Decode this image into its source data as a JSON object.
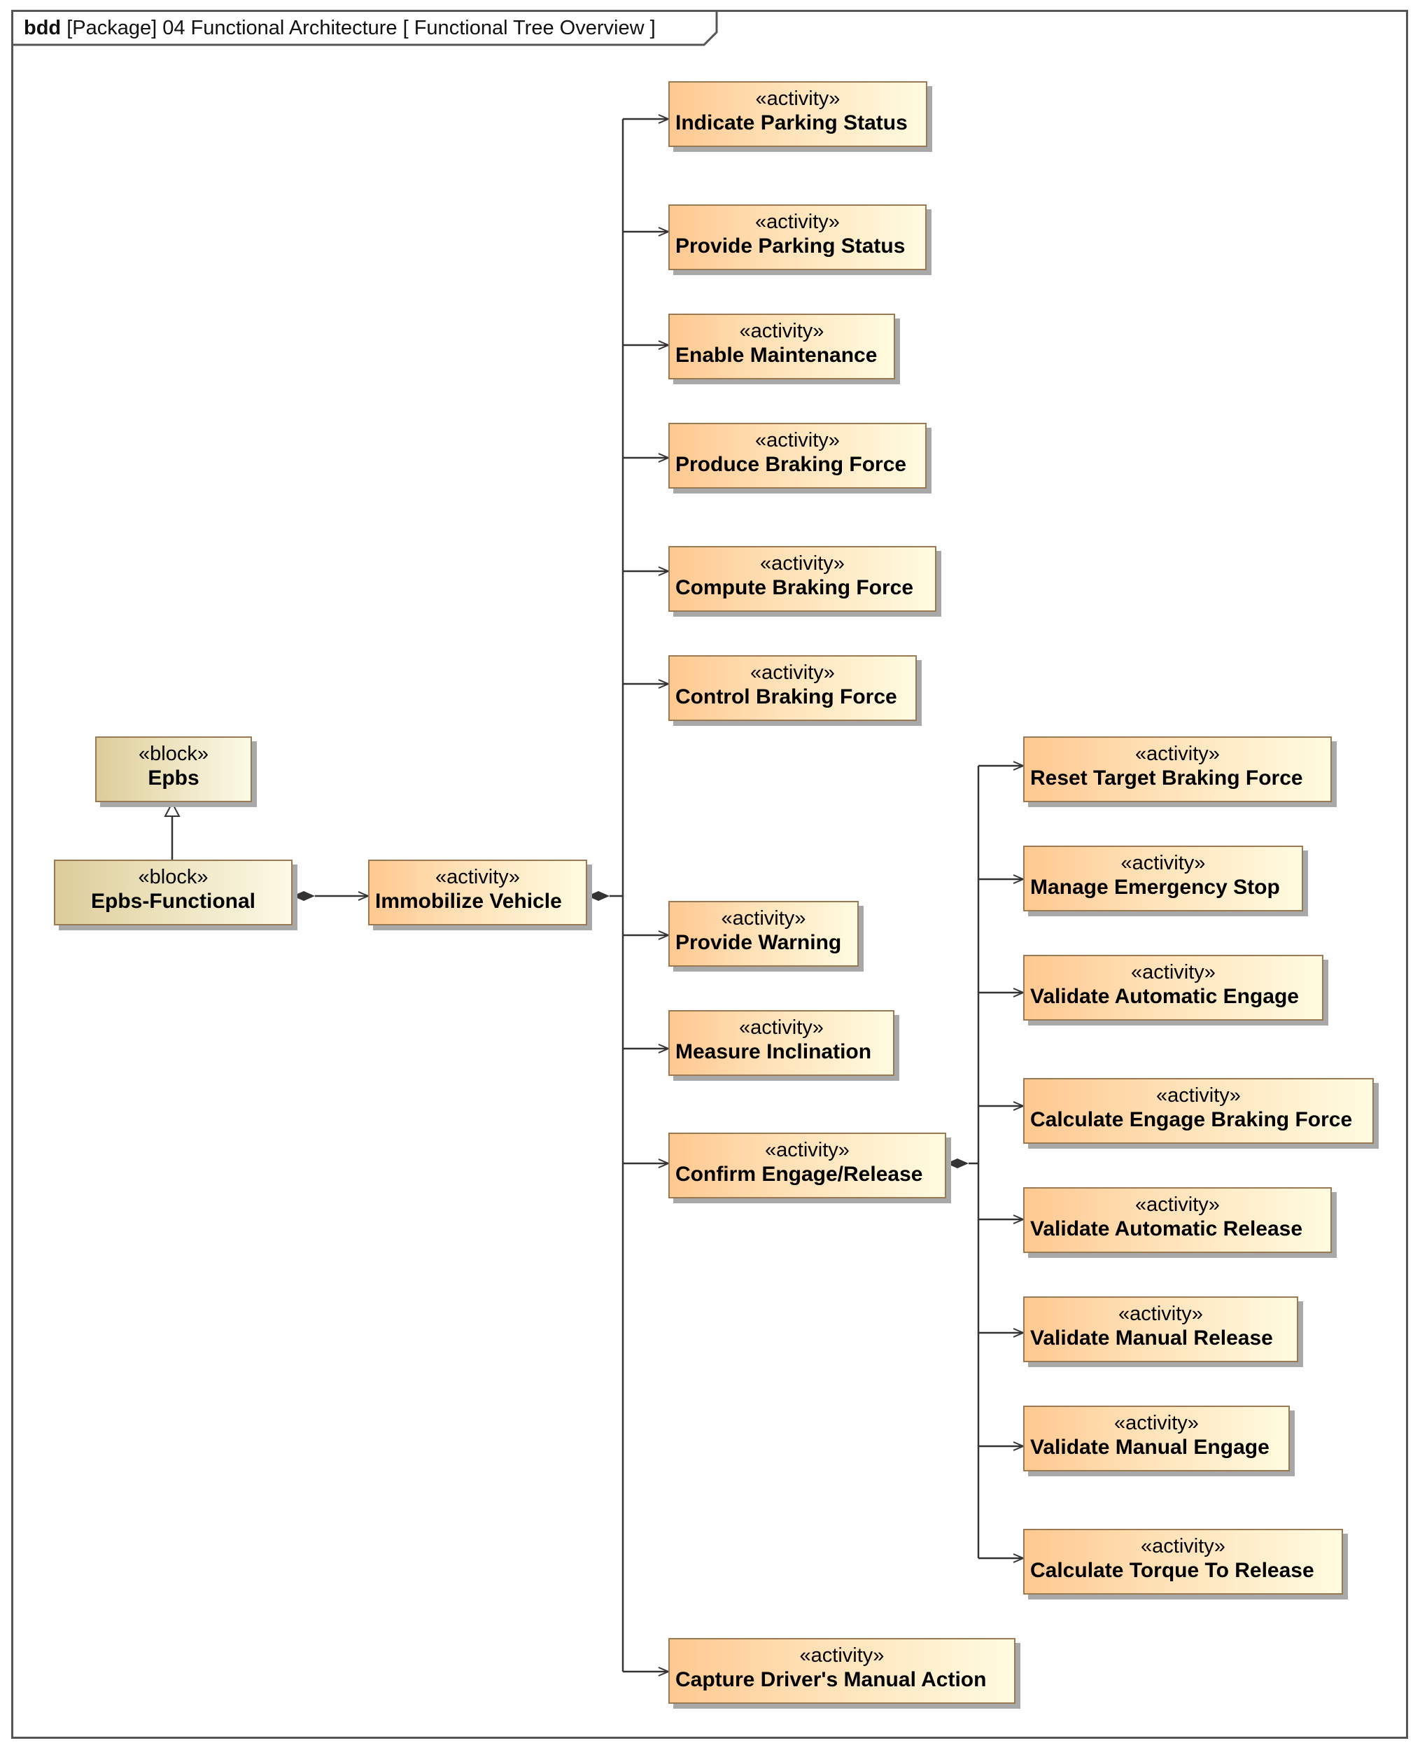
{
  "frame": {
    "kind": "bdd",
    "title": "[Package] 04 Functional Architecture [ Functional Tree Overview ]"
  },
  "blocks": {
    "epbs": {
      "stereotype": "«block»",
      "name": "Epbs"
    },
    "epbs_functional": {
      "stereotype": "«block»",
      "name": "Epbs-Functional"
    }
  },
  "activities": {
    "immobilize_vehicle": {
      "stereotype": "«activity»",
      "name": "Immobilize Vehicle"
    },
    "indicate_parking_status": {
      "stereotype": "«activity»",
      "name": "Indicate Parking Status"
    },
    "provide_parking_status": {
      "stereotype": "«activity»",
      "name": "Provide Parking Status"
    },
    "enable_maintenance": {
      "stereotype": "«activity»",
      "name": "Enable Maintenance"
    },
    "produce_braking_force": {
      "stereotype": "«activity»",
      "name": "Produce Braking Force"
    },
    "compute_braking_force": {
      "stereotype": "«activity»",
      "name": "Compute Braking Force"
    },
    "control_braking_force": {
      "stereotype": "«activity»",
      "name": "Control Braking Force"
    },
    "provide_warning": {
      "stereotype": "«activity»",
      "name": "Provide Warning"
    },
    "measure_inclination": {
      "stereotype": "«activity»",
      "name": "Measure Inclination"
    },
    "confirm_engage_release": {
      "stereotype": "«activity»",
      "name": "Confirm Engage/Release"
    },
    "capture_manual_action": {
      "stereotype": "«activity»",
      "name": "Capture Driver's Manual Action"
    },
    "reset_target_braking_force": {
      "stereotype": "«activity»",
      "name": "Reset Target Braking Force"
    },
    "manage_emergency_stop": {
      "stereotype": "«activity»",
      "name": "Manage Emergency Stop"
    },
    "validate_automatic_engage": {
      "stereotype": "«activity»",
      "name": "Validate Automatic Engage"
    },
    "calculate_engage_braking_force": {
      "stereotype": "«activity»",
      "name": "Calculate Engage Braking Force"
    },
    "validate_automatic_release": {
      "stereotype": "«activity»",
      "name": "Validate Automatic Release"
    },
    "validate_manual_release": {
      "stereotype": "«activity»",
      "name": "Validate Manual Release"
    },
    "validate_manual_engage": {
      "stereotype": "«activity»",
      "name": "Validate Manual Engage"
    },
    "calculate_torque_to_release": {
      "stereotype": "«activity»",
      "name": "Calculate Torque To Release"
    }
  },
  "colors": {
    "activity_fill_start": "#ffc890",
    "activity_fill_end": "#fffbe0",
    "block_fill_start": "#dccc9a",
    "block_fill_end": "#fcf9e6",
    "node_border": "#9a7a55",
    "line": "#333333"
  }
}
